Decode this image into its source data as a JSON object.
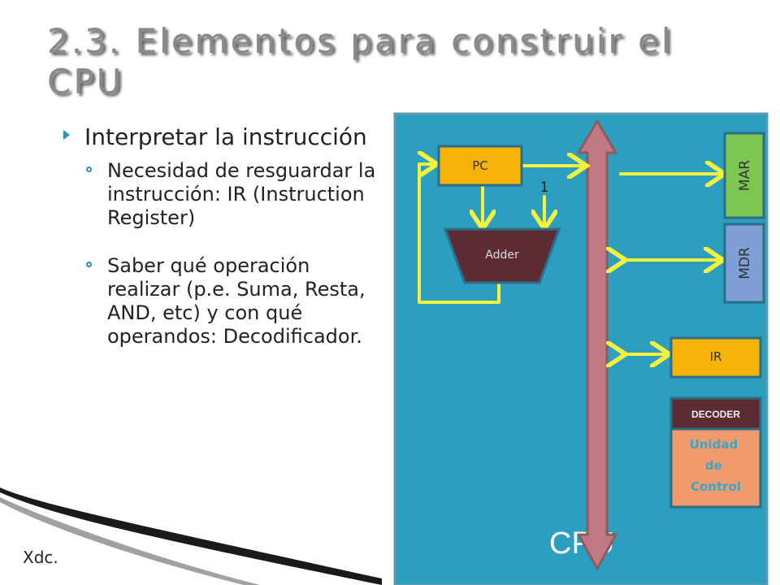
{
  "slide": {
    "title": "2.3. Elementos para construir el CPU",
    "bullet": "Interpretar la instrucción",
    "sub_bullets": [
      "Necesidad de resguardar la instrucción: IR (Instruction Register)",
      "Saber qué operación realizar (p.e. Suma, Resta, AND, etc) y con qué operandos: Decodificador."
    ],
    "footer": "Xdc."
  },
  "diagram": {
    "cpu_label": "CPU",
    "pc_label": "PC",
    "adder_label": "Adder",
    "one_label": "1",
    "mar_label": "MAR",
    "mdr_label": "MDR",
    "ir_label": "IR",
    "decoder_label": "DECODER",
    "control_unit_label": "Unidad de Control",
    "colors": {
      "cpu_bg": "#2c9ec0",
      "bus": "#c07882",
      "register": "#f7b20a",
      "adder": "#5c2b34",
      "mar": "#7cc752",
      "mdr": "#7f9fd6",
      "decoder": "#5c2b34",
      "control_unit": "#f09a6e",
      "wire": "#f4f040"
    }
  }
}
